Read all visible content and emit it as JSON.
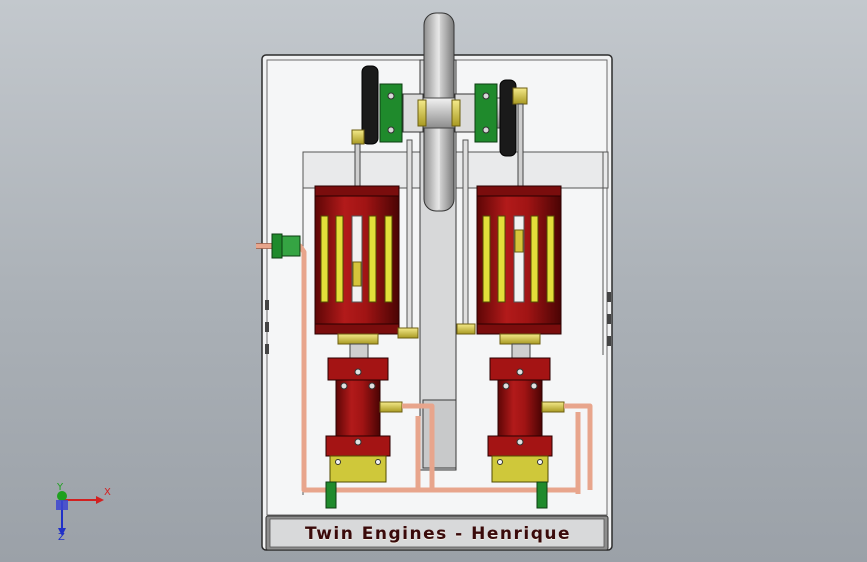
{
  "model": {
    "nameplate_text": "Twin Engines - Henrique"
  },
  "triad": {
    "x_label": "X",
    "y_label": "Y",
    "z_label": "Z",
    "x_color": "#d22020",
    "y_color": "#1fa01f",
    "z_color": "#2030c8"
  },
  "colors": {
    "base": "#f1f2f3",
    "cylinder_red": "#9b1111",
    "copper_pipe": "#e8a58c",
    "brass": "#d9c94a",
    "green_mount": "#1f8a2c",
    "flywheel": "#c9c9c9"
  }
}
